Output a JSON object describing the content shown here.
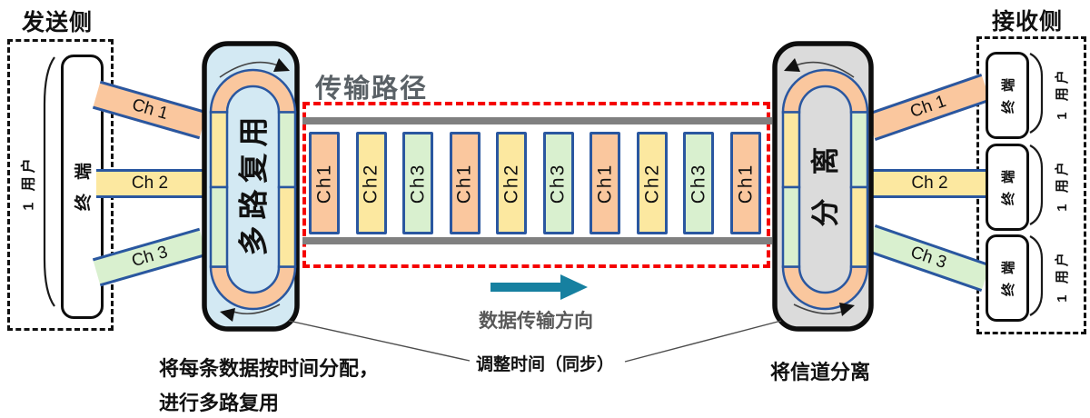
{
  "header": {
    "send_title": "发送侧",
    "receive_title": "接收侧"
  },
  "sender": {
    "user_label": "1 用户",
    "terminal_label": "终端"
  },
  "receiver": {
    "users": [
      {
        "terminal_label": "终端",
        "user_label": "1 用户"
      },
      {
        "terminal_label": "终端",
        "user_label": "1 用户"
      },
      {
        "terminal_label": "终端",
        "user_label": "1 用户"
      }
    ]
  },
  "channels": {
    "left": [
      {
        "label": "Ch 1"
      },
      {
        "label": "Ch 2"
      },
      {
        "label": "Ch 3"
      }
    ],
    "right": [
      {
        "label": "Ch 1"
      },
      {
        "label": "Ch 2"
      },
      {
        "label": "Ch 3"
      }
    ]
  },
  "multiplexer": {
    "label": "多路复用",
    "caption_line1": "将每条数据按时间分配，",
    "caption_line2": "进行多路复用"
  },
  "demultiplexer": {
    "label": "分离",
    "caption": "将信道分离"
  },
  "transmission": {
    "title": "传输路径",
    "slots": [
      {
        "label": "Ch1"
      },
      {
        "label": "Ch2"
      },
      {
        "label": "Ch3"
      },
      {
        "label": "Ch1"
      },
      {
        "label": "Ch2"
      },
      {
        "label": "Ch3"
      },
      {
        "label": "Ch1"
      },
      {
        "label": "Ch2"
      },
      {
        "label": "Ch3"
      },
      {
        "label": "Ch1"
      }
    ]
  },
  "flow": {
    "direction_label": "数据传输方向",
    "sync_label": "调整时间（同步）"
  },
  "colors": {
    "ch1": "#FAC79E",
    "ch2": "#FCE8A0",
    "ch3": "#D9F0CF",
    "channel_border": "#2A57A0",
    "mux_fill": "#D3E9F3",
    "demux_fill": "#DBDBDB",
    "rail_gray": "#808080",
    "path_border_red": "#F50000",
    "arrow_teal": "#1680A0",
    "path_title_gray": "#5A6166",
    "direction_text_gray": "#595959"
  }
}
